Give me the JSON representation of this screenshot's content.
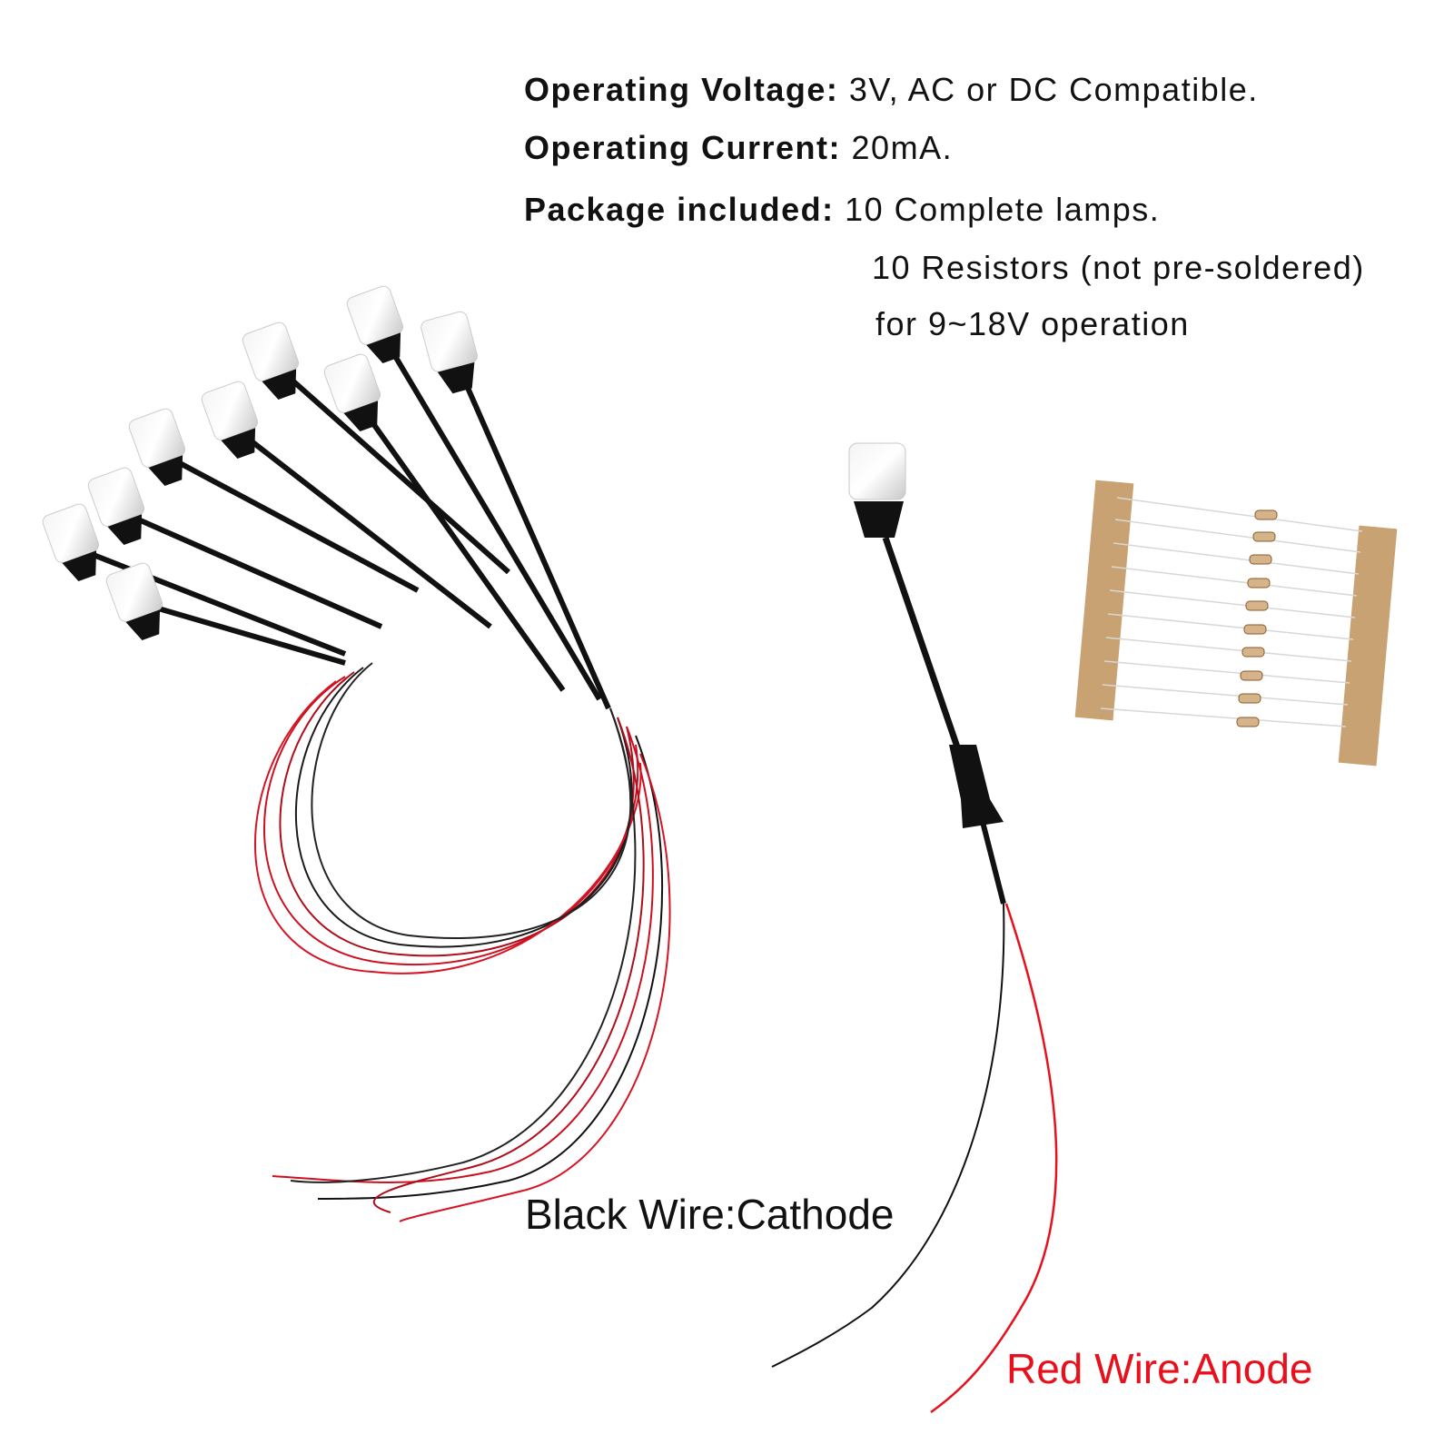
{
  "specs": {
    "voltage_key": "Operating Voltage:",
    "voltage_val": "3V, AC or DC Compatible.",
    "current_key": "Operating Current:",
    "current_val": "20mA.",
    "package_key": "Package included:",
    "package_line1": "10 Complete lamps.",
    "package_line2": "10 Resistors (not pre-soldered)",
    "package_line3": "for 9~18V operation"
  },
  "labels": {
    "black_wire": "Black Wire:Cathode",
    "red_wire": "Red Wire:Anode"
  },
  "colors": {
    "red_wire": "#e8101c",
    "black_wire": "#111111",
    "tape": "#c9a273"
  }
}
